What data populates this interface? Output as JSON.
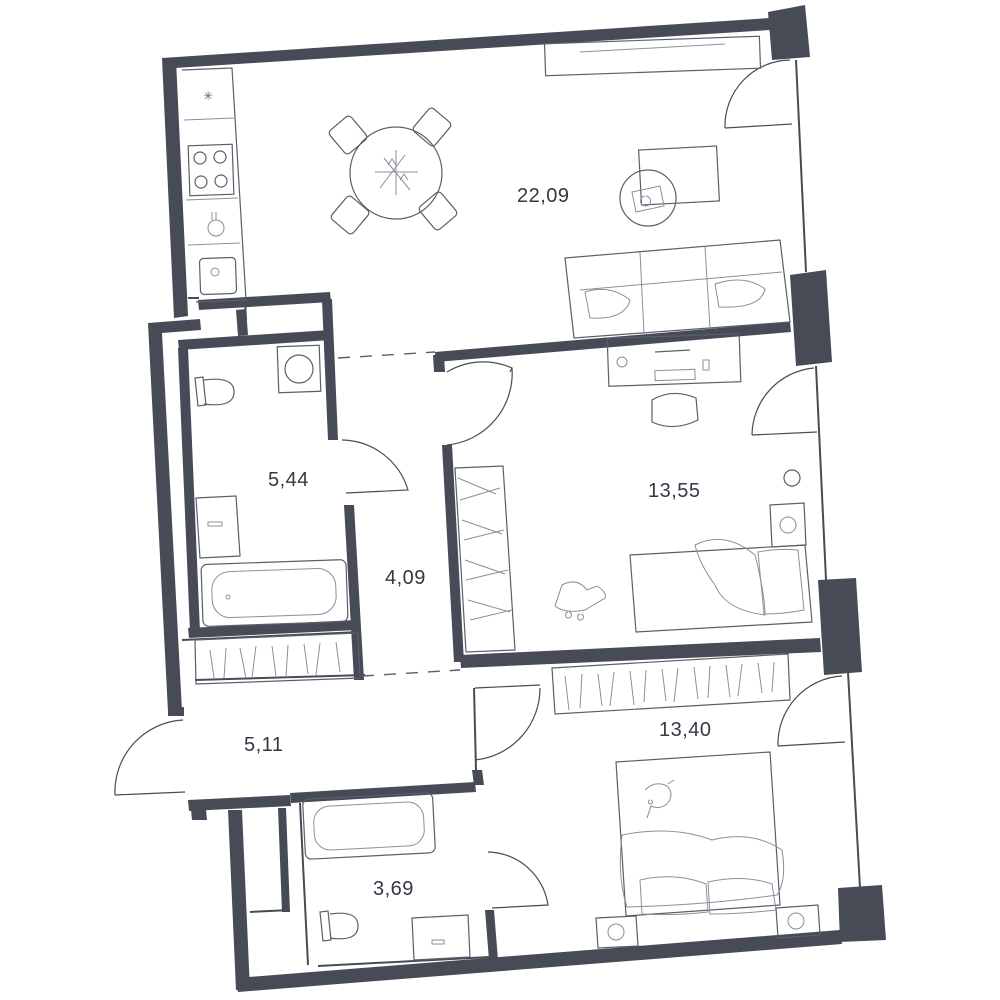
{
  "floor_plan": {
    "rooms": [
      {
        "id": "kitchen-living",
        "area": "22,09"
      },
      {
        "id": "bathroom-1",
        "area": "5,44"
      },
      {
        "id": "corridor",
        "area": "4,09"
      },
      {
        "id": "bedroom-1",
        "area": "13,55"
      },
      {
        "id": "hallway",
        "area": "5,11"
      },
      {
        "id": "bedroom-2",
        "area": "13,40"
      },
      {
        "id": "bathroom-2",
        "area": "3,69"
      }
    ],
    "colors": {
      "wall": "#464b56",
      "background": "#ffffff"
    }
  }
}
